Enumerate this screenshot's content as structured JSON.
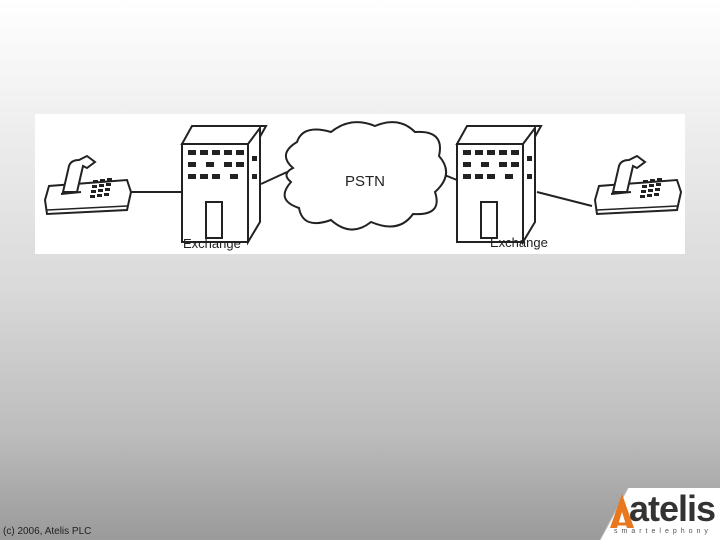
{
  "diagram": {
    "left_label": "Exchange",
    "right_label": "Exchange",
    "cloud_label": "PSTN"
  },
  "footer": {
    "copyright": "(c) 2006, Atelis PLC"
  },
  "logo": {
    "word": "atelis",
    "tagline": "smartelephony",
    "accent_color": "#e8771e"
  }
}
